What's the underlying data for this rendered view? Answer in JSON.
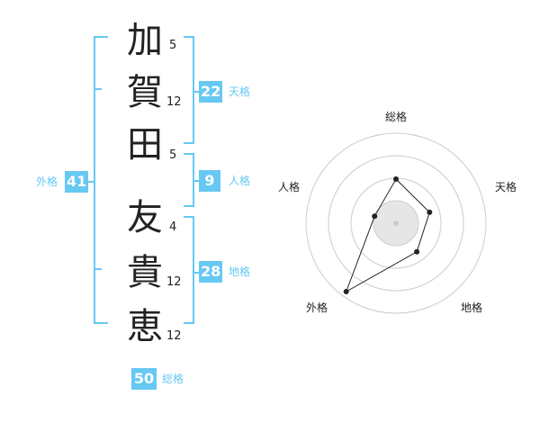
{
  "name_chart": {
    "characters": [
      {
        "char": "加",
        "strokes": "5"
      },
      {
        "char": "賀",
        "strokes": "12"
      },
      {
        "char": "田",
        "strokes": "5"
      },
      {
        "char": "友",
        "strokes": "4"
      },
      {
        "char": "貴",
        "strokes": "12"
      },
      {
        "char": "恵",
        "strokes": "12"
      }
    ],
    "tenkaku": {
      "value": "22",
      "label": "天格"
    },
    "jinkaku": {
      "value": "9",
      "label": "人格"
    },
    "chikaku": {
      "value": "28",
      "label": "地格"
    },
    "gaikaku": {
      "value": "41",
      "label": "外格"
    },
    "soukaku": {
      "value": "50",
      "label": "総格"
    }
  },
  "radar": {
    "axes": [
      "総格",
      "天格",
      "地格",
      "外格",
      "人格"
    ],
    "values": [
      0.32,
      0.19,
      0.19,
      0.92,
      0.0
    ],
    "rings": 4,
    "colors": {
      "ring": "#cccccc",
      "inner_fill": "#e6e6e6",
      "shape_line": "#222222",
      "point": "#222222",
      "center": "#cccccc"
    }
  },
  "colors": {
    "accent": "#67c8f3",
    "text": "#222222"
  }
}
